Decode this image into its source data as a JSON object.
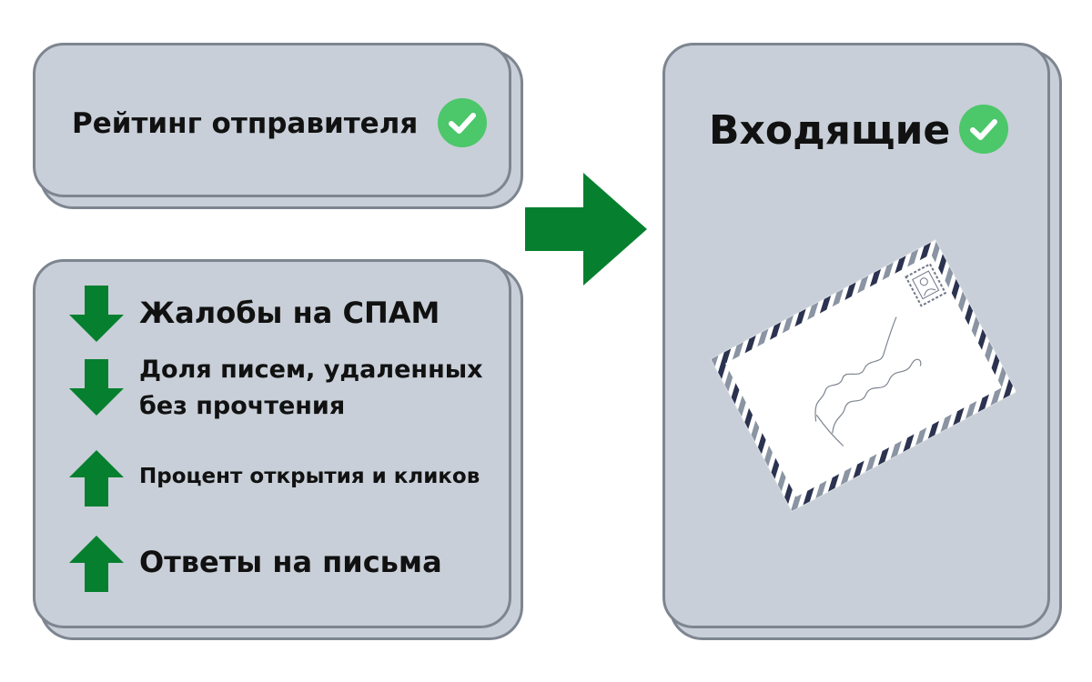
{
  "rating": {
    "title": "Рейтинг отправителя"
  },
  "factors": {
    "items": [
      {
        "lines": [
          "Жалобы на СПАМ"
        ],
        "direction": "down"
      },
      {
        "lines": [
          "Доля писем, удаленных",
          "без прочтения"
        ],
        "direction": "down"
      },
      {
        "lines": [
          "Процент открытия и кликов"
        ],
        "direction": "up"
      },
      {
        "lines": [
          "Ответы на письма"
        ],
        "direction": "up"
      }
    ]
  },
  "inbox": {
    "title": "Входящие"
  },
  "icons": {
    "check": "check-circle-icon",
    "down": "arrow-down-icon",
    "up": "arrow-up-icon",
    "flow": "arrow-right-icon",
    "envelope": "air-mail-envelope-icon"
  },
  "colors": {
    "card_bg": "#c8cfd8",
    "card_border": "#7d8590",
    "arrow_green": "#06802f",
    "check_green": "#4cc76a",
    "envelope_stripe_dark": "#2c3350",
    "envelope_stripe_light": "#8a94a3"
  }
}
